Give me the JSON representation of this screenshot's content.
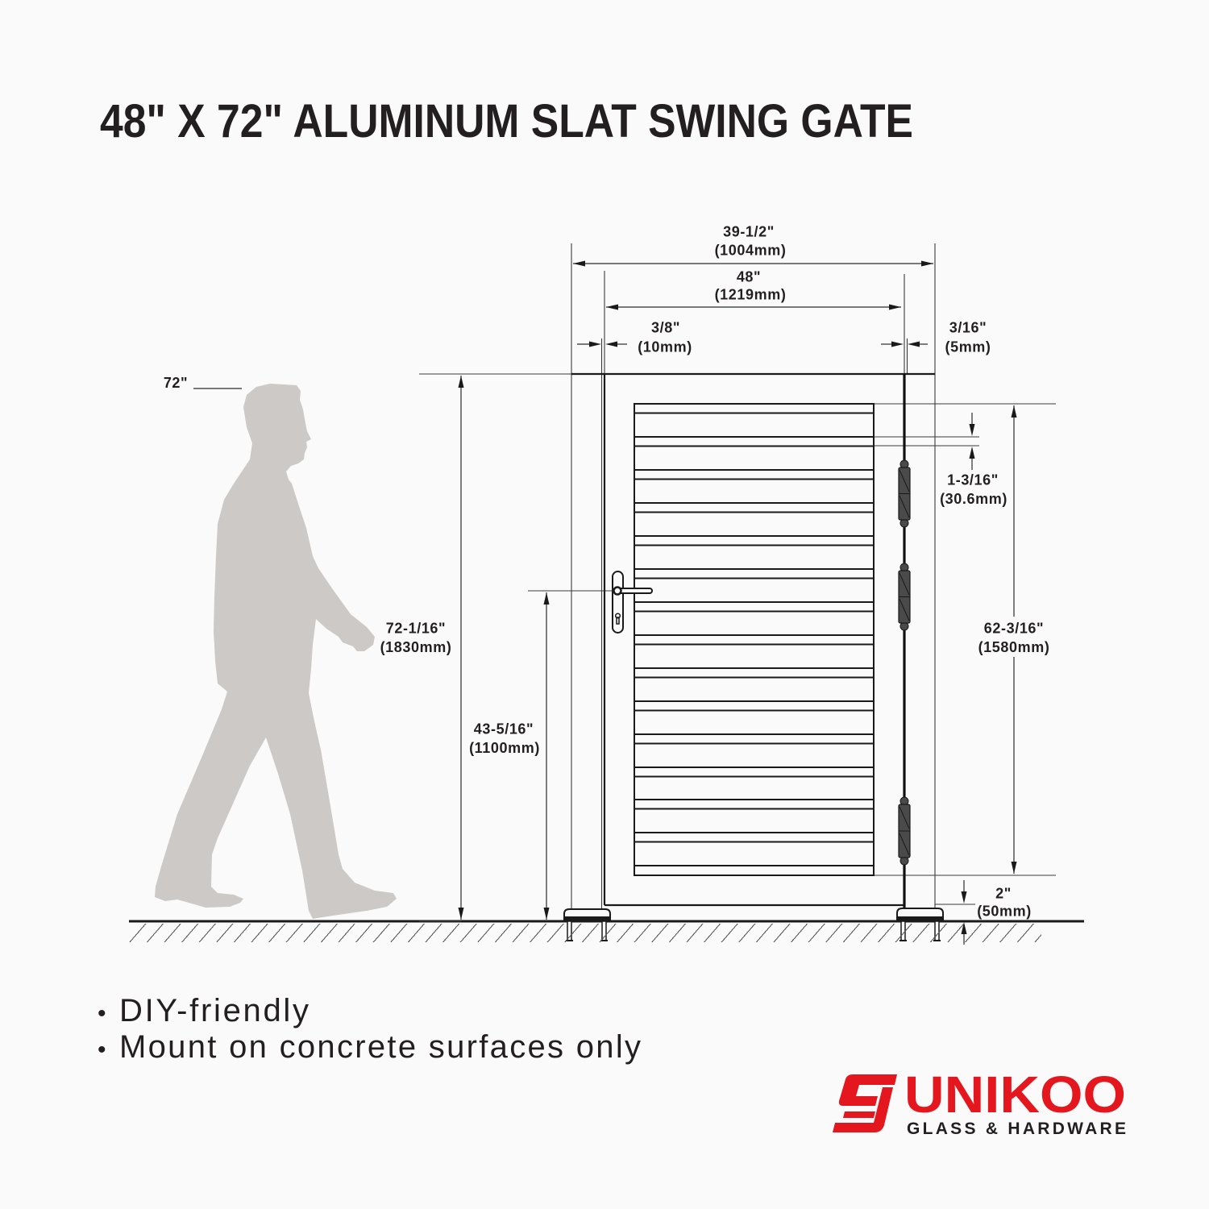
{
  "title": "48\" X 72\" ALUMINUM SLAT SWING GATE",
  "dimensions": {
    "overall_width": {
      "imperial": "39-1/2\"",
      "metric": "(1004mm)"
    },
    "gate_width": {
      "imperial": "48\"",
      "metric": "(1219mm)"
    },
    "left_gap": {
      "imperial": "3/8\"",
      "metric": "(10mm)"
    },
    "right_gap": {
      "imperial": "3/16\"",
      "metric": "(5mm)"
    },
    "person_height": {
      "imperial": "72\""
    },
    "gate_height": {
      "imperial": "72-1/16\"",
      "metric": "(1830mm)"
    },
    "handle_height": {
      "imperial": "43-5/16\"",
      "metric": "(1100mm)"
    },
    "slat_gap": {
      "imperial": "1-3/16\"",
      "metric": "(30.6mm)"
    },
    "slat_panel_height": {
      "imperial": "62-3/16\"",
      "metric": "(1580mm)"
    },
    "ground_clearance": {
      "imperial": "2\"",
      "metric": "(50mm)"
    }
  },
  "features": {
    "bullet": "•",
    "items": [
      "DIY-friendly",
      "Mount on concrete surfaces only"
    ]
  },
  "brand": {
    "name": "UNIKOO",
    "tagline": "GLASS & HARDWARE",
    "color": "#e3171d"
  },
  "figure": {
    "person_icon": "walking-man-silhouette",
    "person_color": "#ccc9c6",
    "slat_count": 14,
    "hinge_count": 3
  }
}
